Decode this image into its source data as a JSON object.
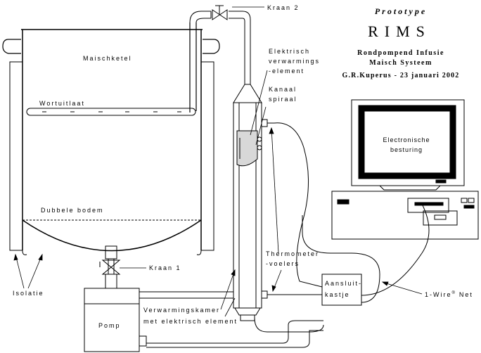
{
  "title": {
    "line1": "Prototype",
    "line2": "RIMS",
    "line3": "Rondpompend Infusie",
    "line4": "Maisch Systeem",
    "line5": "G.R.Kuperus - 23 januari 2002"
  },
  "labels": {
    "maischketel": "Maischketel",
    "wortuitlaat": "Wortuitlaat",
    "dubbele_bodem": "Dubbele bodem",
    "isolatie": "Isolatie",
    "kraan1": "Kraan 1",
    "kraan2": "Kraan 2",
    "pomp": "Pomp",
    "verwarmingskamer_1": "Verwarmingskamer",
    "verwarmingskamer_2": "met elektrisch element",
    "elektrisch_1": "Elektrisch",
    "elektrisch_2": "verwarmings",
    "elektrisch_3": "-element",
    "kanaal_1": "Kanaal",
    "kanaal_2": "spiraal",
    "thermometer_1": "Thermometer",
    "thermometer_2": "-voelers",
    "electronische_1": "Electronische",
    "electronische_2": "besturing",
    "aansluit_1": "Aansluit-",
    "aansluit_2": "kastje",
    "one_wire_a": "1-Wire",
    "one_wire_sup": "®",
    "one_wire_b": "Net"
  }
}
